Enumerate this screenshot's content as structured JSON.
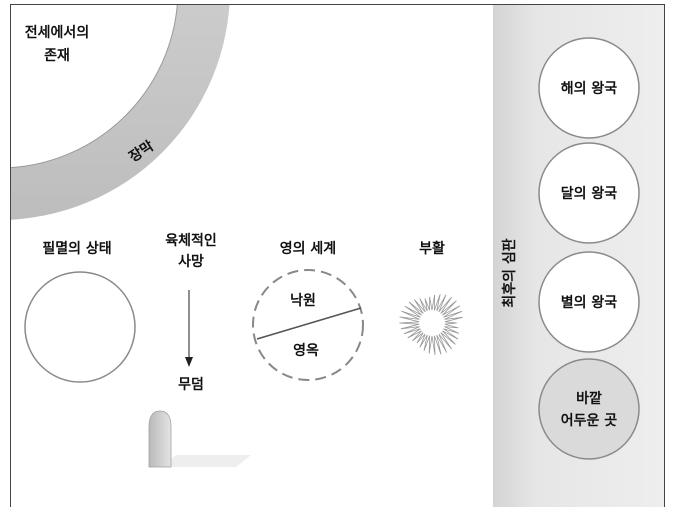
{
  "premortal": {
    "line1": "전세에서의",
    "line2": "존재"
  },
  "veil": {
    "label": "장막"
  },
  "states": {
    "outer_darkness": {
      "label": "필멸의 상태"
    },
    "physical_death": {
      "line1": "육체적인",
      "line2": "사망"
    },
    "grave": {
      "label": "무덤"
    },
    "spirit_world": {
      "label": "영의 세계",
      "paradise": "낙원",
      "prison": "영옥"
    },
    "resurrection": {
      "label": "부활"
    }
  },
  "judgment": {
    "label": "최후의 심판"
  },
  "kingdoms": {
    "celestial": "해의 왕국",
    "terrestrial": "달의 왕국",
    "telestial": "별의 왕국",
    "outer_darkness": {
      "line1": "바깥",
      "line2": "어두운 곳"
    }
  },
  "colors": {
    "veil_gray": "#c9c9c9",
    "judgment_panel": "#e2e2e2",
    "kingdom_fill": "#ffffff",
    "outer_darkness_fill": "#d9d9d9",
    "stroke": "#888888"
  }
}
